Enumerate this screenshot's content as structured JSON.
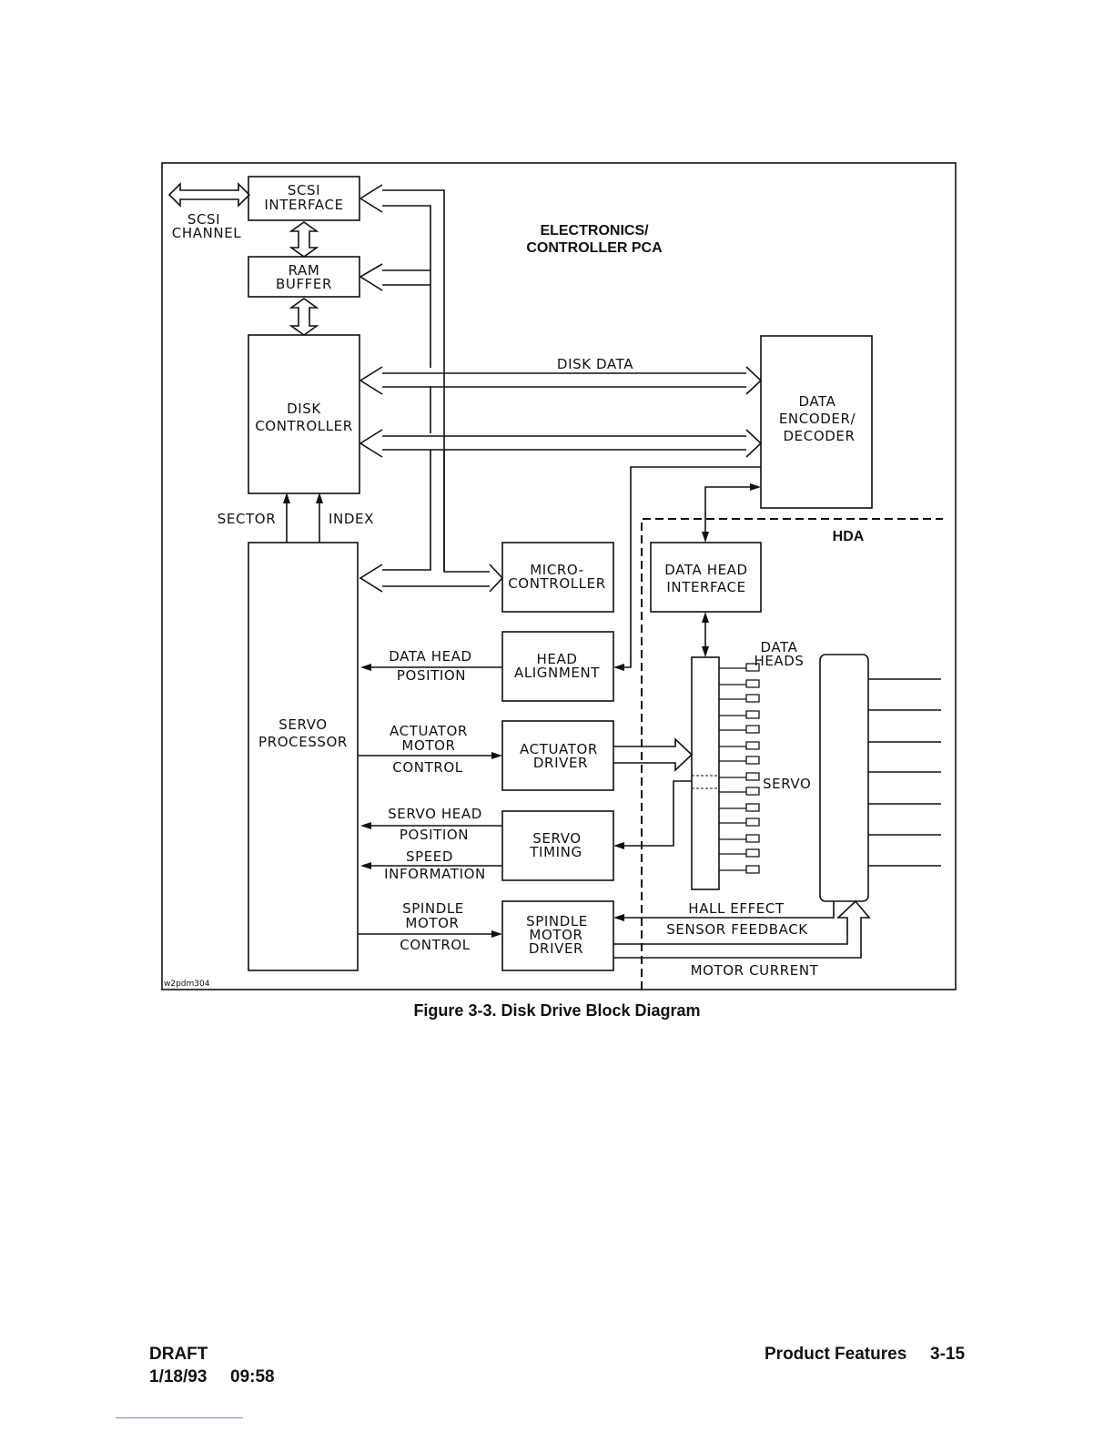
{
  "diagram": {
    "board_label": [
      "ELECTRONICS/",
      "CONTROLLER PCA"
    ],
    "hda_label": "HDA",
    "scsi_channel": [
      "SCSI",
      "CHANNEL"
    ],
    "blocks": {
      "scsi_interface": [
        "SCSI",
        "INTERFACE"
      ],
      "ram_buffer": [
        "RAM",
        "BUFFER"
      ],
      "disk_controller": [
        "DISK",
        "CONTROLLER"
      ],
      "data_encoder": [
        "DATA",
        "ENCODER/",
        "DECODER"
      ],
      "microcontroller": [
        "MICRO-",
        "CONTROLLER"
      ],
      "servo_processor": [
        "SERVO",
        "PROCESSOR"
      ],
      "head_alignment": [
        "HEAD",
        "ALIGNMENT"
      ],
      "actuator_driver": [
        "ACTUATOR",
        "DRIVER"
      ],
      "servo_timing": [
        "SERVO",
        "TIMING"
      ],
      "spindle_driver": [
        "SPINDLE",
        "MOTOR",
        "DRIVER"
      ],
      "data_head_interface": [
        "DATA HEAD",
        "INTERFACE"
      ]
    },
    "signals": {
      "disk_data": "DISK DATA",
      "sector": "SECTOR",
      "index": "INDEX",
      "data_head_position": [
        "DATA HEAD",
        "POSITION"
      ],
      "actuator_motor_control": [
        "ACTUATOR",
        "MOTOR",
        "CONTROL"
      ],
      "servo_head_position": [
        "SERVO HEAD",
        "POSITION"
      ],
      "speed_information": [
        "SPEED",
        "INFORMATION"
      ],
      "spindle_motor_control": [
        "SPINDLE",
        "MOTOR",
        "CONTROL"
      ],
      "data_heads": [
        "DATA",
        "HEADS"
      ],
      "servo": "SERVO",
      "hall_effect": [
        "HALL EFFECT",
        "SENSOR FEEDBACK"
      ],
      "motor_current": "MOTOR CURRENT"
    },
    "drawing_id": "w2pdm304"
  },
  "caption": "Figure 3-3. Disk Drive Block Diagram",
  "footer": {
    "draft": "DRAFT",
    "date": "1/18/93",
    "time": "09:58",
    "section": "Product Features",
    "page": "3-15"
  }
}
